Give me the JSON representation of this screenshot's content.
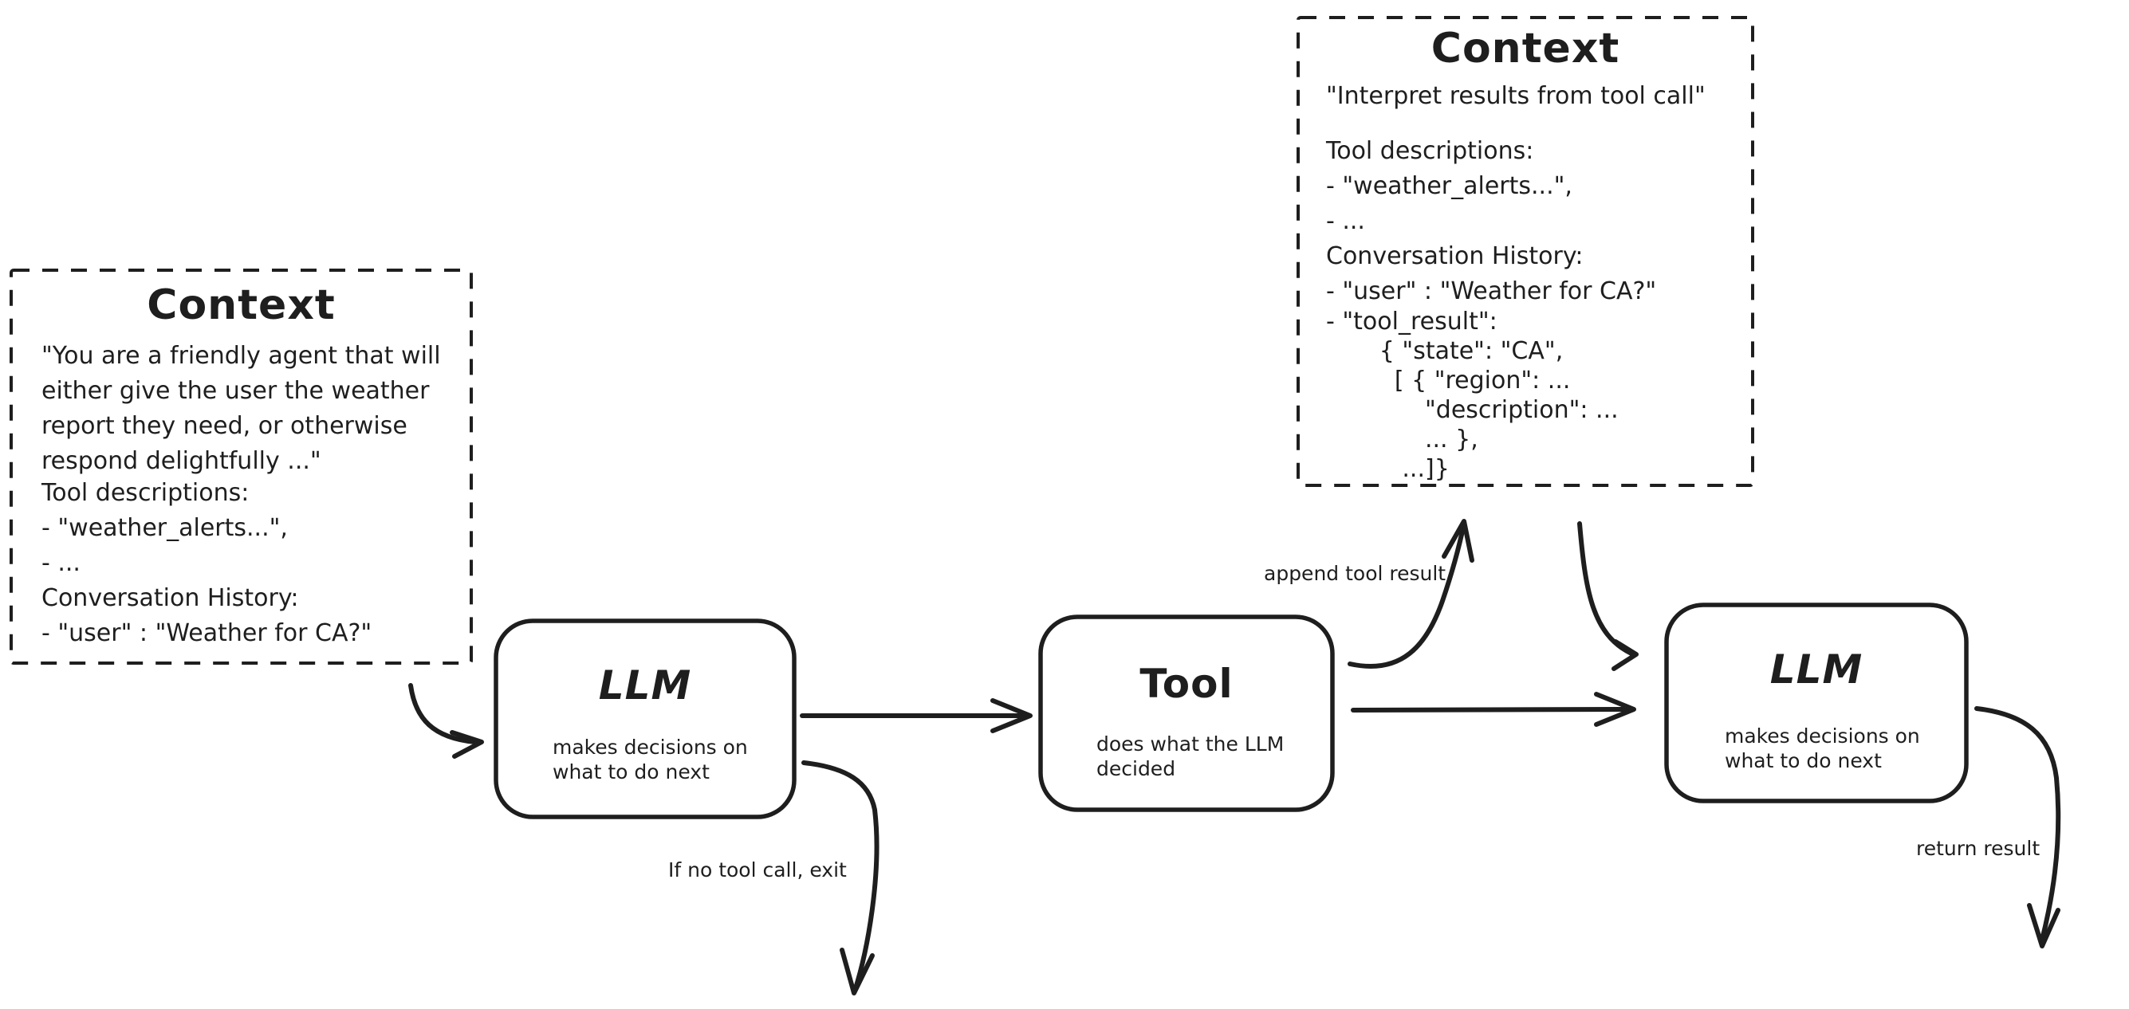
{
  "diagram": {
    "background": "#ffffff",
    "stroke_color": "#1e1e1e",
    "context_left": {
      "title": "Context",
      "prompt": "\"You are a friendly agent that will\neither give the user the weather\nreport they need, or otherwise\nrespond delightfully ...\"",
      "details": "Tool descriptions:\n- \"weather_alerts...\",\n- ...\nConversation History:\n- \"user\" : \"Weather for CA?\""
    },
    "context_top": {
      "title": "Context",
      "prompt": "\"Interpret results from tool call\"",
      "details": "Tool descriptions:\n- \"weather_alerts...\",\n- ...\nConversation History:\n- \"user\" : \"Weather for CA?\"",
      "tool_result": "- \"tool_result\":\n       { \"state\": \"CA\",\n         [ { \"region\": ...\n             \"description\": ...\n             ... },\n          ...]}"
    },
    "llm_first": {
      "title": "LLM",
      "description": "makes decisions on\nwhat to do next"
    },
    "tool": {
      "title": "Tool",
      "description": "does what the LLM\ndecided"
    },
    "llm_second": {
      "title": "LLM",
      "description": "makes decisions on\nwhat to do next"
    },
    "labels": {
      "append_tool_result": "append tool result",
      "if_no_tool_call_exit": "If no tool call, exit",
      "return_result": "return result"
    }
  }
}
